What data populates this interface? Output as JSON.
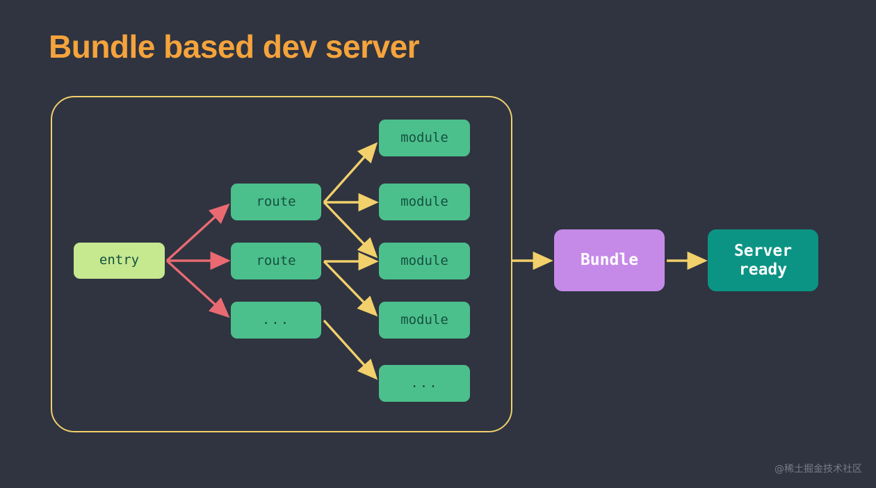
{
  "title": "Bundle based dev server",
  "colors": {
    "background": "#2f3440",
    "title": "#f5a33c",
    "group_border": "#f2d06b",
    "entry_fill": "#c6e88f",
    "node_fill": "#4cc08c",
    "node_text": "#14503f",
    "bundle_fill": "#c58ae8",
    "server_fill": "#0b9484",
    "arrow_yellow": "#f2d06b",
    "arrow_red": "#ea6a72",
    "white_text": "#ffffff",
    "watermark": "#777c88"
  },
  "group": {
    "label": "module-graph-group"
  },
  "nodes": {
    "entry": {
      "label": "entry"
    },
    "routes": [
      {
        "label": "route"
      },
      {
        "label": "route"
      },
      {
        "label": "..."
      }
    ],
    "modules": [
      {
        "label": "module"
      },
      {
        "label": "module"
      },
      {
        "label": "module"
      },
      {
        "label": "module"
      },
      {
        "label": "..."
      }
    ],
    "bundle": {
      "label": "Bundle"
    },
    "server": {
      "label": "Server ready"
    }
  },
  "edges": [
    {
      "from": "entry",
      "to": "route-1",
      "color": "red"
    },
    {
      "from": "entry",
      "to": "route-2",
      "color": "red"
    },
    {
      "from": "entry",
      "to": "route-3",
      "color": "red"
    },
    {
      "from": "route-1",
      "to": "module-1",
      "color": "yellow"
    },
    {
      "from": "route-1",
      "to": "module-2",
      "color": "yellow"
    },
    {
      "from": "route-1",
      "to": "module-3",
      "color": "yellow"
    },
    {
      "from": "route-2",
      "to": "module-3",
      "color": "yellow"
    },
    {
      "from": "route-2",
      "to": "module-4",
      "color": "yellow"
    },
    {
      "from": "route-3",
      "to": "module-5",
      "color": "yellow"
    },
    {
      "from": "group",
      "to": "bundle",
      "color": "yellow"
    },
    {
      "from": "bundle",
      "to": "server",
      "color": "yellow"
    }
  ],
  "watermark": "@稀土掘金技术社区"
}
